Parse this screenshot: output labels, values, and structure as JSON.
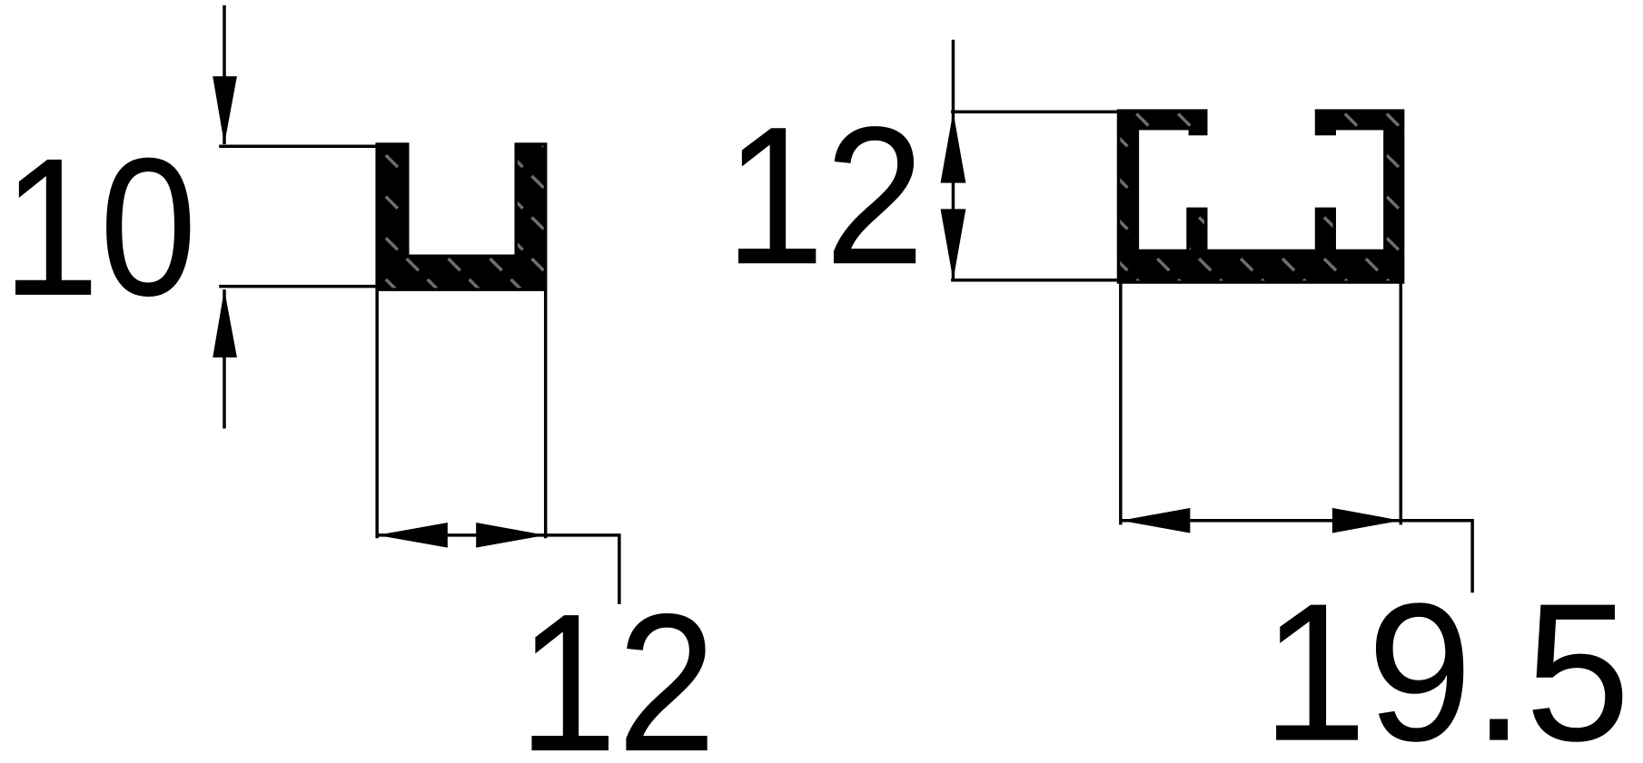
{
  "drawing": {
    "profile_a": {
      "height_label": "10",
      "width_label": "12"
    },
    "profile_b": {
      "height_label": "12",
      "width_label": "19.5"
    }
  },
  "colors": {
    "line": "#000000",
    "hatch": "#6e6e6e",
    "background": "#ffffff"
  }
}
